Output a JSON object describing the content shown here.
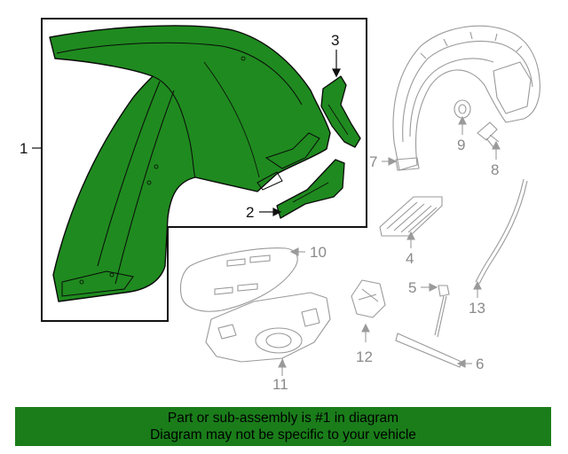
{
  "diagram": {
    "callouts": {
      "c1": "1",
      "c2": "2",
      "c3": "3",
      "c4": "4",
      "c5": "5",
      "c6": "6",
      "c7": "7",
      "c8": "8",
      "c9": "9",
      "c10": "10",
      "c11": "11",
      "c12": "12",
      "c13": "13"
    },
    "colors": {
      "highlight_fill": "#1f8a1f",
      "highlight_stroke": "#0a0a0a",
      "dim_stroke": "#9a9a9a",
      "footer_bg": "#1a7d1a"
    }
  },
  "footer": {
    "line1": "Part or sub-assembly is #1 in diagram",
    "line2": "Diagram may not be specific to your vehicle"
  }
}
